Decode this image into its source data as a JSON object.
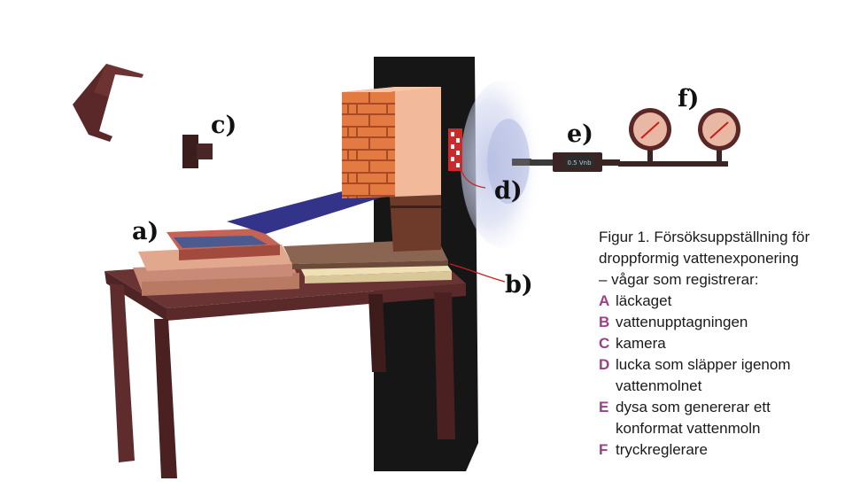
{
  "labels": {
    "a": "a)",
    "b": "b)",
    "c": "c)",
    "d": "d)",
    "e": "e)",
    "f": "f)"
  },
  "nozzle_display": "0.5 Vnb",
  "caption": {
    "title_lines": [
      "Figur 1. Försöksuppställning för",
      "droppformig vattenexponering",
      "– vågar som registrerar:"
    ],
    "items": [
      {
        "key": "A",
        "lines": [
          "läckaget"
        ]
      },
      {
        "key": "B",
        "lines": [
          "vattenupptagningen"
        ]
      },
      {
        "key": "C",
        "lines": [
          "kamera"
        ]
      },
      {
        "key": "D",
        "lines": [
          "lucka som släpper igenom",
          "vattenmolnet"
        ]
      },
      {
        "key": "E",
        "lines": [
          "dysa som genererar ett",
          "konformat vattenmoln"
        ]
      },
      {
        "key": "F",
        "lines": [
          "tryckreglerare"
        ]
      }
    ]
  },
  "colors": {
    "legend_key": "#9b3f86",
    "table": "#6b3434",
    "wall": "#1a1a1a",
    "brick": "#e0733d",
    "ramp": "#33338a",
    "spray": "#b3bde0"
  }
}
